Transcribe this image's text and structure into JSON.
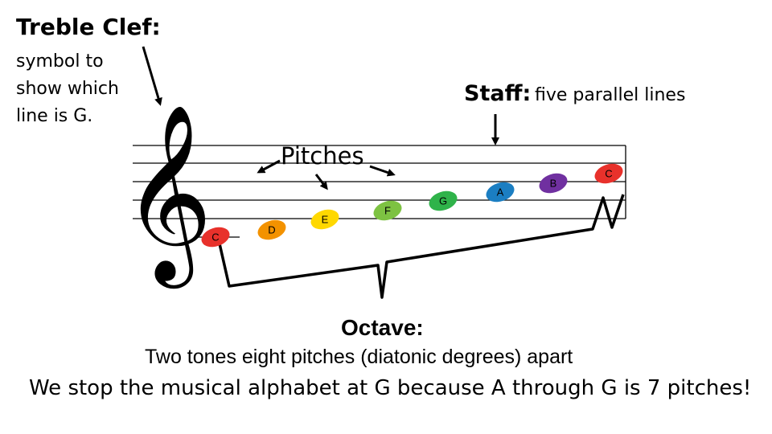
{
  "treble_clef": {
    "title": "Treble Clef:",
    "description": "symbol to show which line is G."
  },
  "staff": {
    "label": "Staff:",
    "description": "five parallel lines"
  },
  "pitches_label": "Pitches",
  "notes": [
    {
      "letter": "C",
      "color": "#e8312b"
    },
    {
      "letter": "D",
      "color": "#f39200"
    },
    {
      "letter": "E",
      "color": "#ffd800"
    },
    {
      "letter": "F",
      "color": "#7dc242"
    },
    {
      "letter": "G",
      "color": "#2fb34a"
    },
    {
      "letter": "A",
      "color": "#1b7ec2"
    },
    {
      "letter": "B",
      "color": "#7030a0"
    },
    {
      "letter": "C",
      "color": "#e8312b"
    }
  ],
  "octave": {
    "label": "Octave:",
    "description": "Two tones eight pitches (diatonic degrees) apart"
  },
  "alphabet_note": "We stop the musical alphabet at G because A through G is 7 pitches!",
  "clef_icon": "treble-clef-icon"
}
